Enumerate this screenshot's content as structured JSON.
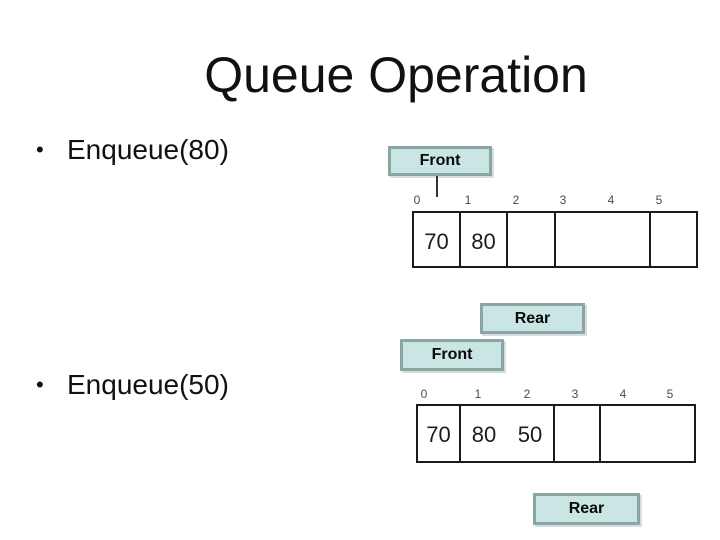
{
  "slide": {
    "title": "Queue Operation",
    "bullets": [
      {
        "marker": "•",
        "label": "Enqueue(80)"
      },
      {
        "marker": "•",
        "label": "Enqueue(50)"
      }
    ]
  },
  "colors": {
    "label_box_fill": "#c9e6e4",
    "label_box_border": "#8ba4a4",
    "array_border": "#1b1b1b",
    "text": "#111111",
    "index_text": "#4a4a4a"
  },
  "diagrams": [
    {
      "front_label": "Front",
      "rear_label": "Rear",
      "indices": [
        "0",
        "1",
        "2",
        "3",
        "4",
        "5"
      ],
      "cells": [
        {
          "value": "70"
        },
        {
          "value": "80"
        },
        {
          "value": ""
        },
        {
          "value": ""
        },
        {
          "value": ""
        }
      ]
    },
    {
      "front_label": "Front",
      "rear_label": "Rear",
      "indices": [
        "0",
        "1",
        "2",
        "3",
        "4",
        "5"
      ],
      "cells": [
        {
          "value": "70"
        },
        {
          "values": [
            "80",
            "50"
          ]
        },
        {
          "value": ""
        },
        {
          "value": ""
        }
      ]
    }
  ]
}
